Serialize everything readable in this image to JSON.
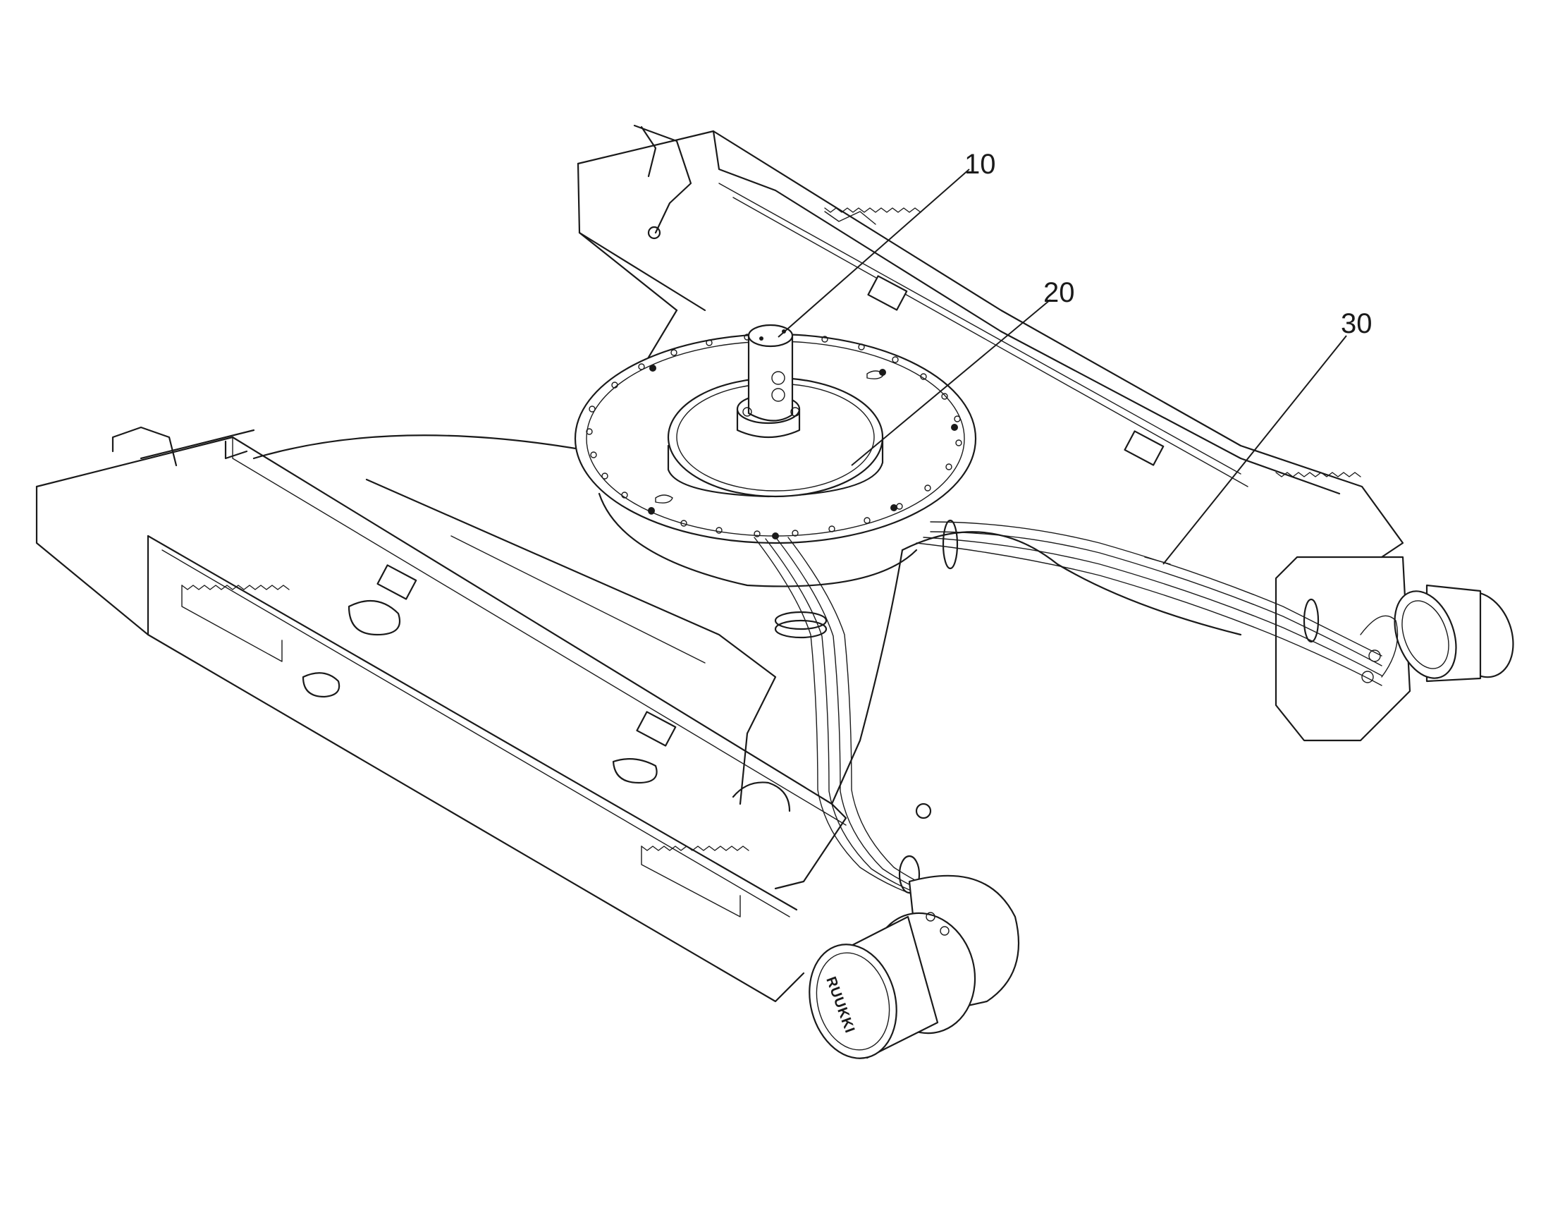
{
  "figure": {
    "labels": [
      {
        "id": "10",
        "text": "10"
      },
      {
        "id": "20",
        "text": "20"
      },
      {
        "id": "30",
        "text": "30"
      }
    ],
    "motor_maker_text": "RUUKKI",
    "line_color": "#1a1a1a",
    "background": "#ffffff"
  }
}
